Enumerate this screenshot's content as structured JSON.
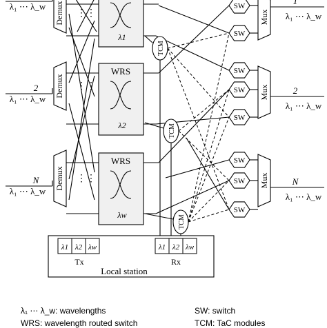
{
  "inputs": [
    {
      "index": "",
      "label": "λ₁ ⋯ λ_w"
    },
    {
      "index": "2",
      "label": "λ₁ ⋯ λ_w"
    },
    {
      "index": "N",
      "label": "λ₁ ⋯ λ_w"
    }
  ],
  "outputs": [
    {
      "index": "1",
      "label": "λ₁ ⋯ λ_w"
    },
    {
      "index": "2",
      "label": "λ₁ ⋯ λ_w"
    },
    {
      "index": "N",
      "label": "λ₁ ⋯ λ_w"
    }
  ],
  "demux_label": "Demux",
  "mux_label": "Mux",
  "wrs_label": "WRS",
  "wrs_lambdas": [
    "λ1",
    "λ2",
    "λw"
  ],
  "tcm_label": "TCM",
  "sw_label": "SW",
  "dots": "⋮",
  "local_station": {
    "title": "Local station",
    "tx_label": "Tx",
    "rx_label": "Rx",
    "cells": [
      "λ1",
      "λ2",
      "λw"
    ]
  },
  "legend": {
    "wavelengths": "λ₁ ⋯ λ_w: wavelengths",
    "switch": "SW: switch",
    "wrs": "WRS: wavelength routed switch",
    "tcm": "TCM: TaC modules"
  }
}
